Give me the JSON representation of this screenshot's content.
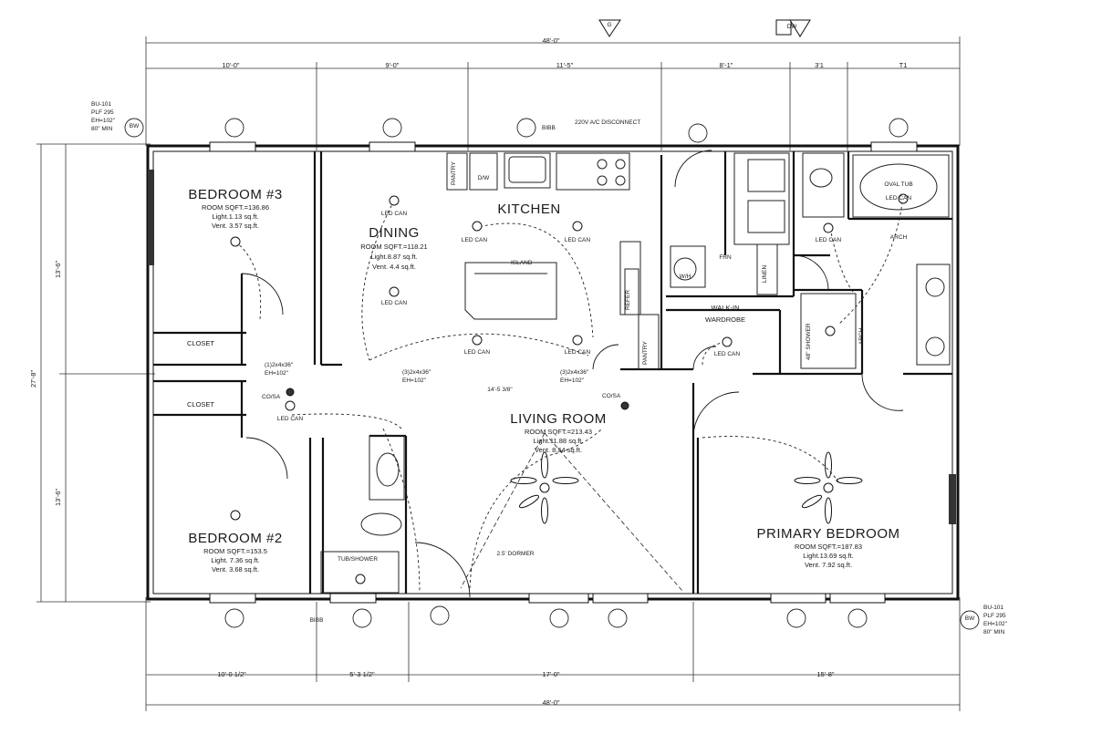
{
  "dimensions": {
    "overall_top": "48'-0\"",
    "top_segments": [
      "10'-0\"",
      "9'-0\"",
      "11'-5\"",
      "8'-1\"",
      "3'1",
      "T1"
    ],
    "left_segments": [
      "13'-6\"",
      "27'-8\"",
      "13'-6\""
    ],
    "bottom_segments": [
      "10'-0 1/2\"",
      "5'-3 1/2\"",
      "17'-0\"",
      "15'-8\""
    ],
    "overall_bottom": "48'-0\"",
    "hall_width": "14'-5 3/8\""
  },
  "markers": {
    "north": "G",
    "dw": "DW",
    "bw": "BW",
    "window_notes_top": [
      "BU-101",
      "PLF 295",
      "EH=102\"",
      "80\" MIN"
    ],
    "window_notes_bottom": [
      "BU-101",
      "PLF 295",
      "EH=102\"",
      "80\" MIN"
    ]
  },
  "rooms": {
    "bedroom3": {
      "name": "BEDROOM #3",
      "sqft": "ROOM SQFT.=136.86",
      "light": "Light.1.13 sq.ft.",
      "vent": "Vent. 3.57 sq.ft."
    },
    "dining": {
      "name": "DINING",
      "sqft": "ROOM SQFT.=118.21",
      "light": "Light.8.87 sq.ft.",
      "vent": "Vent. 4.4 sq.ft."
    },
    "kitchen": {
      "name": "KITCHEN"
    },
    "bedroom2": {
      "name": "BEDROOM #2",
      "sqft": "ROOM SQFT.=153.5",
      "light": "Light. 7.36 sq.ft.",
      "vent": "Vent. 3.68 sq.ft."
    },
    "living": {
      "name": "LIVING ROOM",
      "sqft": "ROOM SQFT.=213.43",
      "light": "Light.11.88 sq.ft.",
      "vent": "Vent. 8.54 sq.ft."
    },
    "primary": {
      "name": "PRIMARY BEDROOM",
      "sqft": "ROOM SQFT.=187.83",
      "light": "Light.13.69 sq.ft.",
      "vent": "Vent. 7.92 sq.ft."
    }
  },
  "labels": {
    "closet": "CLOSET",
    "pantry": "PANTRY",
    "refer": "REFER",
    "island": "ISLAND",
    "walkin": "WALK-IN",
    "wardrobe": "WARDROBE",
    "linen": "LINEN",
    "ovaltub": "OVAL TUB",
    "arch": "ARCH",
    "shower": "48\" SHOWER",
    "tubshower": "TUB/SHOWER",
    "dormer": "2.5' DORMER",
    "frn": "FRN",
    "wh": "W/H",
    "dw": "D/W",
    "ledcan": "LED CAN",
    "coba": "CO/SA",
    "ac": "220V A/C DISCONNECT",
    "bibb": "BIBB",
    "opening_left": "(1)2x4x36\"",
    "opening_left2": "EH=102\"",
    "opening_mid": "(3)2x4x36\"",
    "opening_mid2": "EH=102\"",
    "opening_right": "(3)2x4x36\"",
    "opening_right2": "EH=102\""
  }
}
